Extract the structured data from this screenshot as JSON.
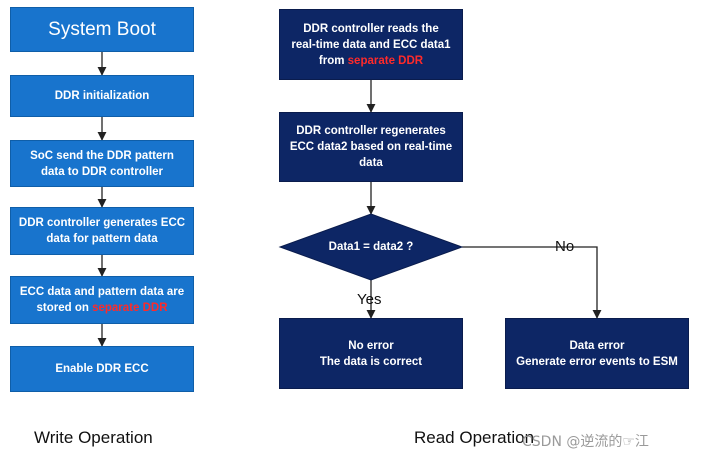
{
  "write": {
    "caption": "Write Operation",
    "boxes": [
      {
        "text": "System Boot"
      },
      {
        "text": "DDR initialization"
      },
      {
        "line1": "SoC send the DDR pattern",
        "line2": "data to DDR controller"
      },
      {
        "line1": "DDR controller generates ECC",
        "line2": "data for pattern data"
      },
      {
        "line1": "ECC data and pattern data are",
        "line2_pre": "stored on ",
        "line2_red": "separate DDR"
      },
      {
        "text": "Enable DDR ECC"
      }
    ]
  },
  "read": {
    "caption": "Read Operation",
    "box1": {
      "line1": "DDR controller reads the",
      "line2": "real-time data and ECC data1",
      "line3_pre": "from ",
      "line3_red": "separate DDR"
    },
    "box2": {
      "line1": "DDR controller regenerates",
      "line2": "ECC data2 based on real-time",
      "line3": "data"
    },
    "decision": "Data1 = data2 ?",
    "yes_label": "Yes",
    "no_label": "No",
    "ok_box": {
      "line1": "No error",
      "line2": "The data is correct"
    },
    "err_box": {
      "line1": "Data error",
      "line2": "Generate error events to ESM"
    }
  },
  "colors": {
    "write_box": "#1874cd",
    "read_box": "#0d2665",
    "highlight": "#ff2a2a"
  },
  "watermark": "CSDN @逆流的☞江"
}
